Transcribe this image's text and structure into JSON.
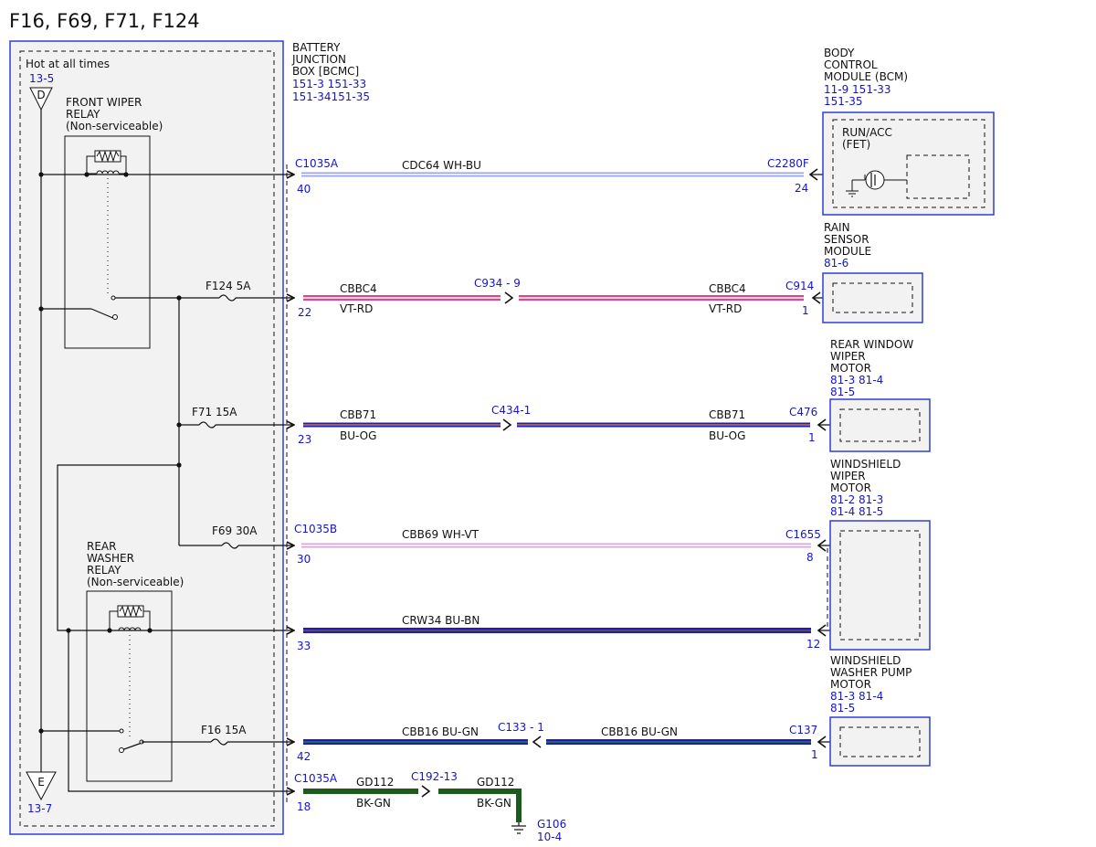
{
  "title": "F16, F69, F71, F124",
  "colors": {
    "module_border": "#2f3fd6",
    "link_blue": "#1515d0",
    "wh_bu": "#9aa6e8",
    "vt_rd": "#e0468c",
    "bu_og": "#2020b0",
    "wh_vt": "#d9a6d9",
    "bu_bn": "#1d1db8",
    "bu_gn": "#1d1db8",
    "bk_gn": "#1e5a1e"
  },
  "bjb": {
    "name_lines": [
      "BATTERY",
      "JUNCTION",
      "BOX [BCMC]"
    ],
    "refs": [
      "151-3  151-33",
      "151-34151-35"
    ],
    "hot_label": "Hot at all times",
    "top_ref": "13-5",
    "top_letter": "D",
    "bottom_ref": "13-7",
    "bottom_letter": "E"
  },
  "front_relay": {
    "lines": [
      "FRONT WIPER",
      "RELAY",
      "(Non-serviceable)"
    ]
  },
  "rear_relay": {
    "lines": [
      "REAR",
      "WASHER",
      "RELAY",
      "(Non-serviceable)"
    ]
  },
  "fuses": {
    "f124": "F124  5A",
    "f71": "F71  15A",
    "f69": "F69  30A",
    "f16": "F16  15A"
  },
  "circuits": {
    "c1": {
      "connector": "C1035A",
      "pin": "40",
      "circuit": "CDC64  WH-BU",
      "far_connector": "C2280F",
      "far_pin": "24"
    },
    "c2": {
      "pin": "22",
      "circuit_left": "CBBC4",
      "color_left": "VT-RD",
      "inline": "C934 - 9",
      "circuit_right": "CBBC4",
      "color_right": "VT-RD",
      "far_connector": "C914",
      "far_pin": "1"
    },
    "c3": {
      "pin": "23",
      "circuit_left": "CBB71",
      "color_left": "BU-OG",
      "inline": "C434-1",
      "circuit_right": "CBB71",
      "color_right": "BU-OG",
      "far_connector": "C476",
      "far_pin": "1"
    },
    "c4": {
      "connector": "C1035B",
      "pin": "30",
      "circuit": "CBB69  WH-VT",
      "far_connector": "C1655",
      "far_pin": "8"
    },
    "c5": {
      "pin": "33",
      "circuit": "CRW34 BU-BN",
      "far_pin": "12"
    },
    "c6": {
      "pin": "42",
      "circuit_left": "CBB16  BU-GN",
      "inline": "C133 - 1",
      "circuit_right": "CBB16  BU-GN",
      "far_connector": "C137",
      "far_pin": "1"
    },
    "c7": {
      "connector": "C1035A",
      "pin": "18",
      "circuit_left": "GD112",
      "color_left": "BK-GN",
      "inline": "C192-13",
      "circuit_right": "GD112",
      "color_right": "BK-GN",
      "ground": "G106",
      "ground_ref": "10-4"
    }
  },
  "modules": {
    "bcm": {
      "name_lines": [
        "BODY",
        "CONTROL",
        "MODULE (BCM)"
      ],
      "refs": [
        "11-9    151-33",
        "151-35"
      ],
      "inner_lines": [
        "RUN/ACC",
        "(FET)"
      ]
    },
    "rain": {
      "name_lines": [
        "RAIN",
        "SENSOR",
        "MODULE"
      ],
      "refs": [
        "81-6"
      ]
    },
    "rear_wiper": {
      "name_lines": [
        "REAR WINDOW",
        "WIPER",
        "MOTOR"
      ],
      "refs": [
        "81-3  81-4",
        "81-5"
      ]
    },
    "ws_wiper": {
      "name_lines": [
        "WINDSHIELD",
        "WIPER",
        "MOTOR"
      ],
      "refs": [
        "81-2  81-3",
        "81-4  81-5"
      ]
    },
    "ws_pump": {
      "name_lines": [
        "WINDSHIELD",
        "WASHER PUMP",
        "MOTOR"
      ],
      "refs": [
        "81-3  81-4",
        "81-5"
      ]
    }
  }
}
